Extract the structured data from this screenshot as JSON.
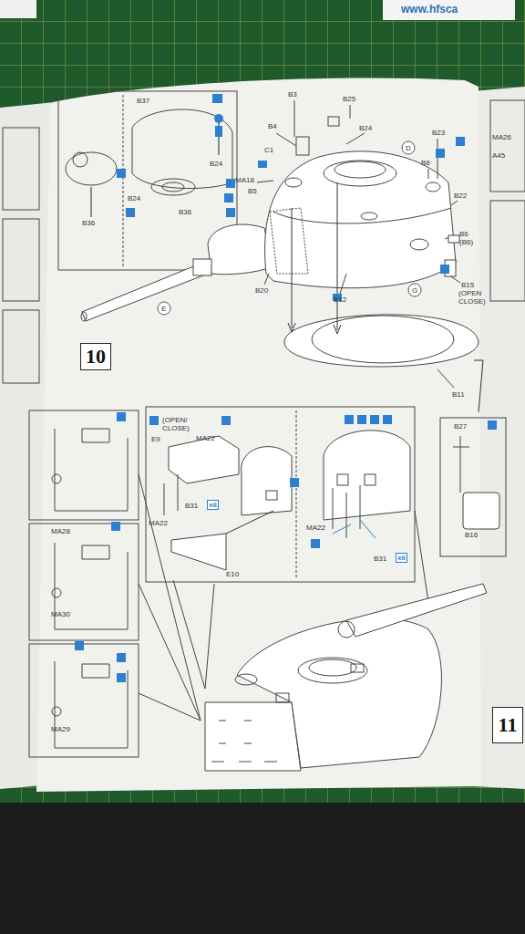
{
  "diagram": {
    "nodes": [
      {
        "text": [
          "D"
        ]
      },
      {
        "text": [
          "G"
        ]
      },
      {
        "text": [
          "E"
        ]
      },
      {
        "text": [
          "10"
        ]
      },
      {
        "text": [
          "11"
        ]
      }
    ],
    "labels": [
      "www.hfsca",
      "B37",
      "B24",
      "B24",
      "B36",
      "B36",
      "C1",
      "B3",
      "B25",
      "B4",
      "B24",
      "B23",
      "B8",
      "B22",
      "MA18",
      "B5",
      "B6",
      "(B6)",
      "B15",
      "(OPEN CLOSE)",
      "B20",
      "B12",
      "B11",
      "MA26",
      "A45",
      "(OPEN/ CLOSE)",
      "E9",
      "MA22",
      "B31",
      "x6",
      "MA22",
      "E10",
      "MA22",
      "B31",
      "x6",
      "B27",
      "B16",
      "MA28",
      "MA30",
      "MA29"
    ]
  }
}
